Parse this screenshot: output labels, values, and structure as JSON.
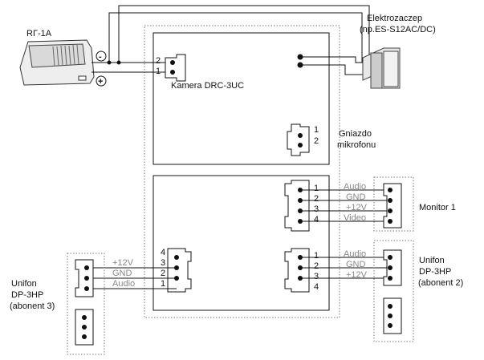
{
  "power_supply": {
    "label": "RΓ-1A",
    "minus": "-",
    "plus": "+"
  },
  "camera": {
    "label": "Kamera DRC-3UC",
    "pins": [
      "2",
      "1"
    ]
  },
  "lock": {
    "line1": "Elektrozaczep",
    "line2": "(np.ES-S12AC/DC)"
  },
  "microphone": {
    "line1": "Gniazdo",
    "line2": "mikrofonu",
    "pins": [
      "1",
      "2"
    ]
  },
  "monitor": {
    "label": "Monitor 1",
    "pins": [
      "1",
      "2",
      "3",
      "4"
    ],
    "wires": [
      "Audio",
      "GND",
      "+12V",
      "Video"
    ]
  },
  "unifon2": {
    "line1": "Unifon",
    "line2": "DP-3HP",
    "line3": "(abonent 2)",
    "pins": [
      "1",
      "2",
      "3",
      "4"
    ],
    "wires": [
      "Audio",
      "GND",
      "+12V"
    ]
  },
  "unifon3": {
    "line1": "Unifon",
    "line2": "DP-3HP",
    "line3": "(abonent 3)",
    "pins": [
      "4",
      "3",
      "2",
      "1"
    ],
    "wires": [
      "+12V",
      "GND",
      "Audio"
    ]
  },
  "colors": {
    "line": "#111111",
    "wire_label": "#888888",
    "dotted": "#777777"
  }
}
